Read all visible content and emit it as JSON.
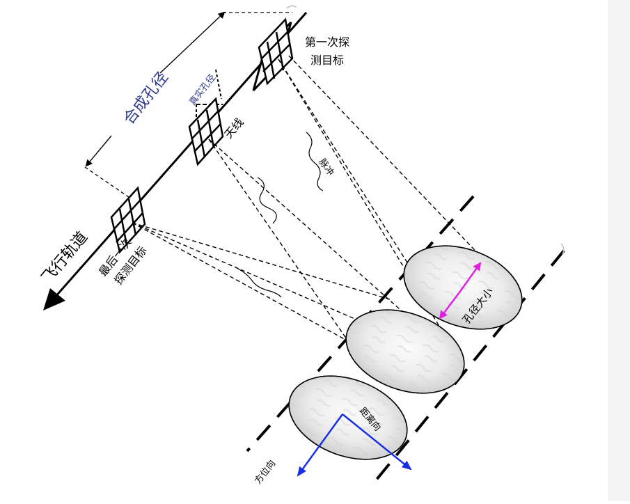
{
  "labels": {
    "synthetic_aperture": "合成孔径",
    "real_aperture": "真实孔径",
    "first_detection_line1": "第一次探",
    "first_detection_line2": "测目标",
    "antenna": "天线",
    "pulse": "脉冲",
    "flight_track": "飞行轨道",
    "last_detection_line1": "最后一次",
    "last_detection_line2": "探测目标",
    "aperture_size": "孔径大小",
    "range_direction": "距离向",
    "azimuth_direction": "方位向"
  },
  "colors": {
    "synthetic_aperture_text": "#2e3a8c",
    "real_aperture_text": "#2e3a8c",
    "aperture_size_arrow": "#e020e0",
    "direction_arrows": "#1a2ee6",
    "lines": "#000000"
  }
}
